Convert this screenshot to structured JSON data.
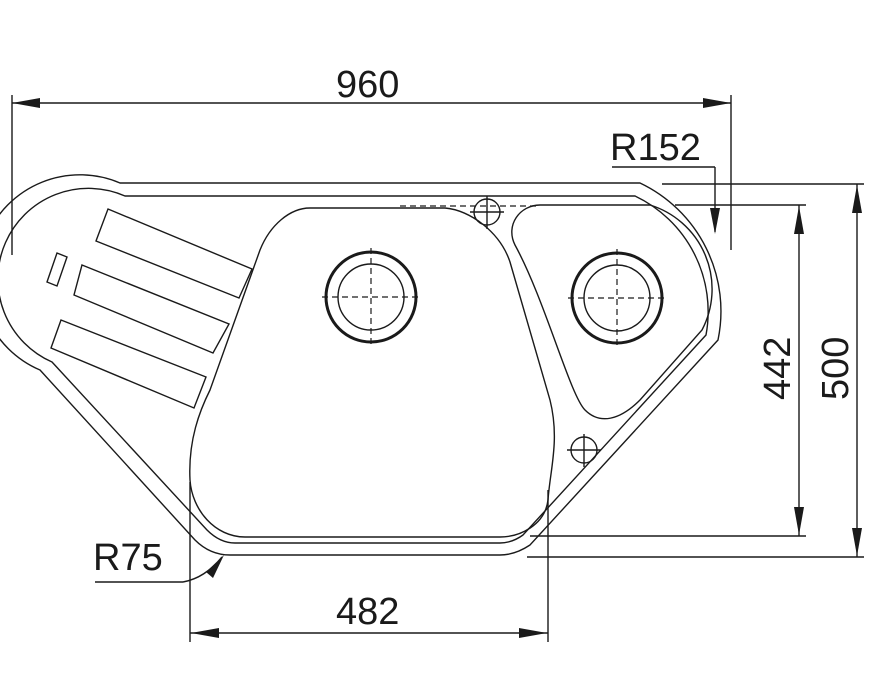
{
  "dimensions": {
    "overall_width": "960",
    "overall_depth": "500",
    "bowl_depth": "442",
    "bowl_width": "482",
    "corner_radius_small": "R75",
    "corner_radius_large": "R152"
  }
}
